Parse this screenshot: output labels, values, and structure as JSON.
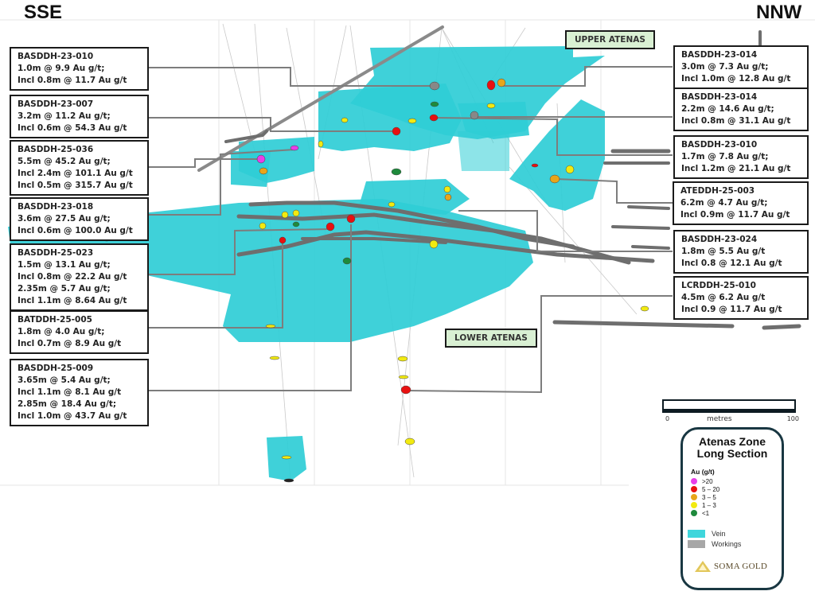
{
  "directions": {
    "left": "SSE",
    "right": "NNW"
  },
  "zones": {
    "upper": "UPPER ATENAS",
    "lower": "LOWER ATENAS"
  },
  "callouts_left": [
    {
      "hole": "BASDDH-23-010",
      "lines": [
        "1.0m @ 9.9 Au g/t;",
        "Incl 0.8m @ 11.7 Au g/t"
      ]
    },
    {
      "hole": "BASDDH-23-007",
      "lines": [
        "3.2m @ 11.2 Au g/t;",
        "Incl 0.6m @ 54.3 Au g/t"
      ]
    },
    {
      "hole": "BASDDH-25-036",
      "lines": [
        "5.5m @ 45.2 Au g/t;",
        "Incl 2.4m @ 101.1 Au g/t",
        "Incl 0.5m @ 315.7 Au g/t"
      ]
    },
    {
      "hole": "BASDDH-23-018",
      "lines": [
        "3.6m @ 27.5 Au g/t;",
        "Incl 0.6m @ 100.0 Au g/t"
      ]
    },
    {
      "hole": "BASDDH-25-023",
      "lines": [
        "1.5m @ 13.1 Au g/t;",
        "Incl 0.8m @ 22.2 Au g/t",
        "2.35m @ 5.7 Au g/t;",
        "Incl 1.1m @ 8.64 Au g/t"
      ]
    },
    {
      "hole": "BATDDH-25-005",
      "lines": [
        "1.8m @ 4.0 Au g/t;",
        "Incl 0.7m @ 8.9 Au g/t"
      ]
    },
    {
      "hole": "BASDDH-25-009",
      "lines": [
        "3.65m @ 5.4 Au g/t;",
        "Incl 1.1m @ 8.1 Au g/t",
        "2.85m @ 18.4 Au g/t;",
        "Incl 1.0m @ 43.7 Au g/t"
      ]
    }
  ],
  "callouts_right": [
    {
      "hole": "BASDDH-23-014",
      "lines": [
        "3.0m @ 7.3 Au g/t;",
        "Incl 1.0m @ 12.8 Au g/t"
      ]
    },
    {
      "hole": "BASDDH-23-014",
      "lines": [
        "2.2m @ 14.6 Au g/t;",
        "Incl 0.8m @ 31.1 Au g/t"
      ]
    },
    {
      "hole": "BASDDH-23-010",
      "lines": [
        "1.7m @ 7.8 Au g/t;",
        "Incl 1.2m @ 21.1 Au g/t"
      ]
    },
    {
      "hole": "ATEDDH-25-003",
      "lines": [
        "6.2m @ 4.7 Au g/t;",
        "Incl 0.9m @ 11.7 Au g/t"
      ]
    },
    {
      "hole": "BASDDH-23-024",
      "lines": [
        "1.8m @ 5.5 Au g/t",
        "Incl 0.8 @ 12.1 Au g/t"
      ]
    },
    {
      "hole": "LCRDDH-25-010",
      "lines": [
        "4.5m @ 6.2 Au g/t",
        "Incl 0.9 @ 11.7 Au g/t"
      ]
    }
  ],
  "scale": {
    "min": "0",
    "unit": "metres",
    "max": "100"
  },
  "legend": {
    "title_line1": "Atenas Zone",
    "title_line2": "Long Section",
    "grade_unit": "Au (g/t)",
    "grades": [
      {
        "label": ">20",
        "color": "#e83ee8"
      },
      {
        "label": "5 – 20",
        "color": "#e81010"
      },
      {
        "label": "3 – 5",
        "color": "#e8a51a"
      },
      {
        "label": "1 – 3",
        "color": "#f2ea10"
      },
      {
        "label": "<1",
        "color": "#1e8a3c"
      }
    ],
    "features": [
      {
        "label": "Vein",
        "color": "#3fd6dc"
      },
      {
        "label": "Workings",
        "color": "#a7a7a7"
      }
    ],
    "logo_text": "SOMA GOLD"
  },
  "colors": {
    "vein": "#2fcdd6",
    "workings": "#777777",
    "leader": "#7d7d7d"
  }
}
